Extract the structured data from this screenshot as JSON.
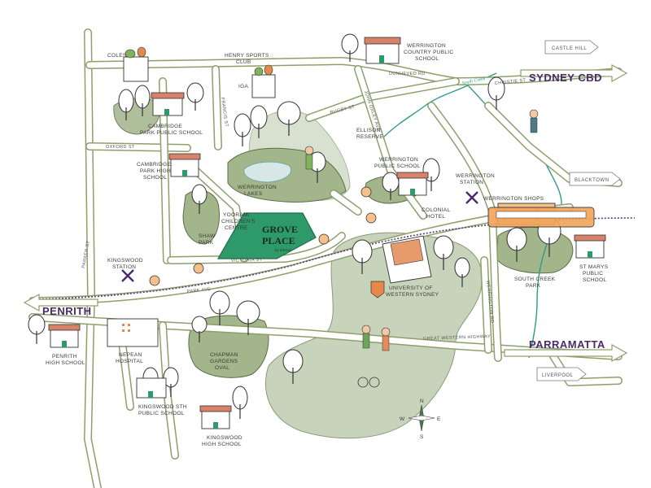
{
  "title": {
    "line1": "GROVE",
    "line2": "PLACE",
    "tagline": "by mirvac"
  },
  "destinations": {
    "sydney_cbd": "SYDNEY CBD",
    "penrith": "PENRITH",
    "parramatta": "PARRAMATTA",
    "castle_hill": "CASTLE HILL",
    "blacktown": "BLACKTOWN",
    "liverpool": "LIVERPOOL"
  },
  "places": {
    "coles": "COLES",
    "henry_sports_1": "HENRY SPORTS",
    "henry_sports_2": "CLUB",
    "iga": "IGA",
    "werr_cps_1": "WERRINGTON",
    "werr_cps_2": "COUNTRY PUBLIC",
    "werr_cps_3": "SCHOOL",
    "cam_pps_1": "CAMBRIDGE",
    "cam_pps_2": "PARK PUBLIC SCHOOL",
    "cam_phs_1": "CAMBRIDGE",
    "cam_phs_2": "PARK HIGH",
    "cam_phs_3": "SCHOOL",
    "ellison_1": "ELLISON",
    "ellison_2": "RESERVE",
    "werr_ps_1": "WERRINGTON",
    "werr_ps_2": "PUBLIC SCHOOL",
    "werr_station_1": "WERRINGTON",
    "werr_station_2": "STATION",
    "werr_shops": "WERRINGTON SHOPS",
    "werr_lakes_1": "WERRINGTON",
    "werr_lakes_2": "LAKES",
    "yoorami_1": "YOORAMI",
    "yoorami_2": "CHILDREN'S",
    "yoorami_3": "CENTRE",
    "shaw_1": "SHAW",
    "shaw_2": "PARK",
    "colonial_1": "COLONIAL",
    "colonial_2": "HOTEL",
    "kingswood_station_1": "KINGSWOOD",
    "kingswood_station_2": "STATION",
    "uws_1": "UNIVERSITY OF",
    "uws_2": "WESTERN SYDNEY",
    "south_creek_park_1": "SOUTH CREEK",
    "south_creek_park_2": "PARK",
    "st_marys_1": "ST MARYS",
    "st_marys_2": "PUBLIC",
    "st_marys_3": "SCHOOL",
    "nepean_1": "NEPEAN",
    "nepean_2": "HOSPITAL",
    "penrith_hs_1": "PENRITH",
    "penrith_hs_2": "HIGH SCHOOL",
    "chapman_1": "CHAPMAN",
    "chapman_2": "GARDENS",
    "chapman_3": "OVAL",
    "kingswood_sth_1": "KINGSWOOD STH",
    "kingswood_sth_2": "PUBLIC SCHOOL",
    "kingswood_hs_1": "KINGSWOOD",
    "kingswood_hs_2": "HIGH SCHOOL"
  },
  "streets": {
    "parker": "PARKER ST",
    "park_ave": "PARK AVE",
    "gwh": "GREAT WESTERN HIGHWAY",
    "dunheved": "DUNHEVED RD",
    "christie": "CHRISTIE ST",
    "rugby": "RUGBY ST",
    "john_oxley": "JOHN OXLEY AVE",
    "victoria": "VICTORIA ST",
    "francis": "FRANCIS ST",
    "oxford": "OXFORD ST",
    "werrington_rd": "WERRINGTON RD",
    "south_creek": "South Creek"
  },
  "compass": {
    "n": "N",
    "e": "E",
    "s": "S",
    "w": "W"
  },
  "colors": {
    "road": "#8a9a5b",
    "park": "#a3b58a",
    "highlight": "#2e9a6a",
    "creek": "#2d9c8a",
    "rail": "#5b3a7a",
    "destination": "#4a2a6b"
  }
}
